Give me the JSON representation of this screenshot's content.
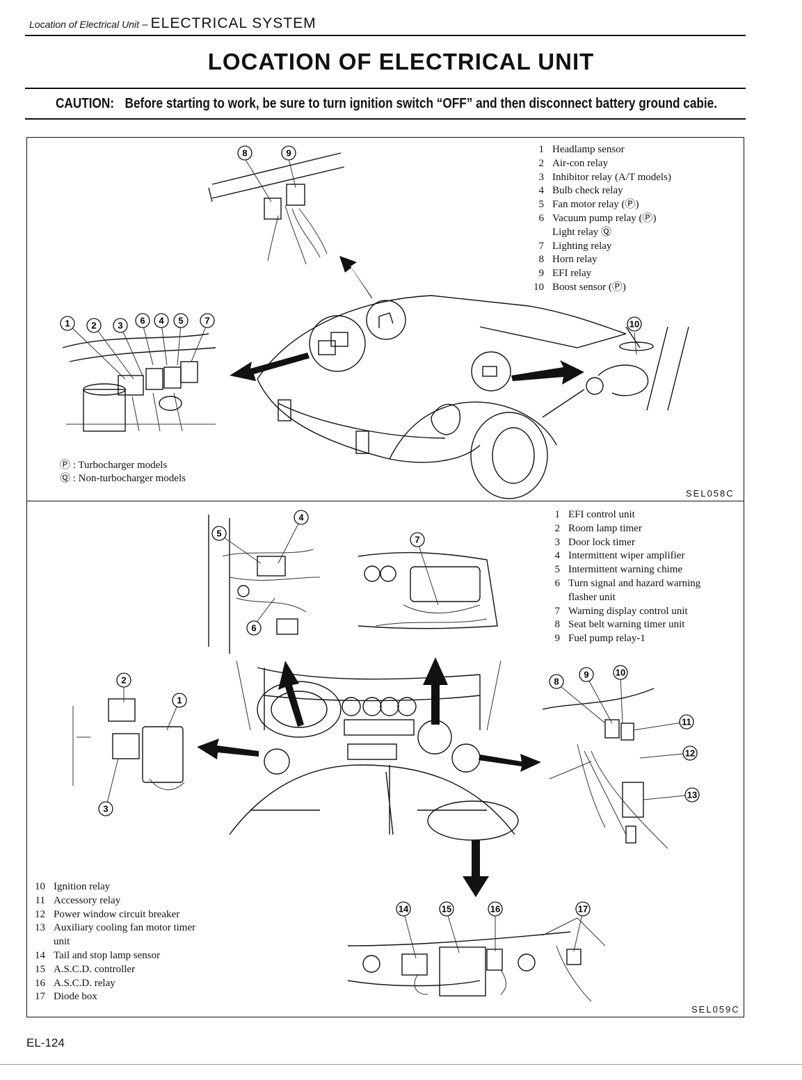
{
  "header": {
    "section": "Location of Electrical Unit",
    "dash": " – ",
    "system": "ELECTRICAL SYSTEM"
  },
  "title": "LOCATION OF ELECTRICAL UNIT",
  "caution": {
    "label": "CAUTION:",
    "text": "Before starting to work, be sure to turn ignition switch “OFF” and then disconnect battery ground cabie."
  },
  "panel1": {
    "legend": [
      {
        "n": "1",
        "t": "Headlamp sensor"
      },
      {
        "n": "2",
        "t": "Air-con relay"
      },
      {
        "n": "3",
        "t": "Inhibitor relay (A/T models)"
      },
      {
        "n": "4",
        "t": "Bulb check relay"
      },
      {
        "n": "5",
        "t": "Fan motor relay (Ⓟ)"
      },
      {
        "n": "6",
        "t": "Vacuum pump relay (Ⓟ)"
      },
      {
        "n": "",
        "t": "Light relay Ⓠ"
      },
      {
        "n": "7",
        "t": "Lighting relay"
      },
      {
        "n": "8",
        "t": "Horn relay"
      },
      {
        "n": "9",
        "t": "EFI relay"
      },
      {
        "n": "10",
        "t": "Boost sensor (Ⓟ)"
      }
    ],
    "notes": [
      {
        "sym": "Ⓟ",
        "text": ":  Turbocharger models"
      },
      {
        "sym": "Ⓠ",
        "text": ":  Non-turbocharger models"
      }
    ],
    "code": "SEL058C",
    "callouts": [
      "1",
      "2",
      "3",
      "6",
      "4",
      "5",
      "7",
      "8",
      "9",
      "10"
    ]
  },
  "panel2": {
    "legend_top": [
      {
        "n": "1",
        "t": "EFI control unit"
      },
      {
        "n": "2",
        "t": "Room lamp timer"
      },
      {
        "n": "3",
        "t": "Door lock timer"
      },
      {
        "n": "4",
        "t": "Intermittent wiper amplifier"
      },
      {
        "n": "5",
        "t": "Intermittent warning chime"
      },
      {
        "n": "6",
        "t": "Turn signal and hazard warning"
      },
      {
        "n": "",
        "t": "flasher unit"
      },
      {
        "n": "7",
        "t": "Warning display control unit"
      },
      {
        "n": "8",
        "t": "Seat belt warning timer unit"
      },
      {
        "n": "9",
        "t": "Fuel pump relay-1"
      }
    ],
    "legend_bottom": [
      {
        "n": "10",
        "t": "Ignition relay"
      },
      {
        "n": "11",
        "t": "Accessory relay"
      },
      {
        "n": "12",
        "t": "Power window circuit breaker"
      },
      {
        "n": "13",
        "t": "Auxiliary cooling fan motor timer"
      },
      {
        "n": "",
        "t": "unit"
      },
      {
        "n": "14",
        "t": "Tail and stop lamp sensor"
      },
      {
        "n": "15",
        "t": "A.S.C.D. controller"
      },
      {
        "n": "16",
        "t": "A.S.C.D. relay"
      },
      {
        "n": "17",
        "t": "Diode box"
      }
    ],
    "code": "SEL059C",
    "callouts": [
      "4",
      "5",
      "7",
      "6",
      "2",
      "1",
      "3",
      "8",
      "9",
      "10",
      "11",
      "12",
      "13",
      "14",
      "15",
      "16",
      "17"
    ]
  },
  "page_number": "EL-124",
  "icons": {
    "arrow": "arrow-icon",
    "circle_number": "circled-number-icon"
  }
}
